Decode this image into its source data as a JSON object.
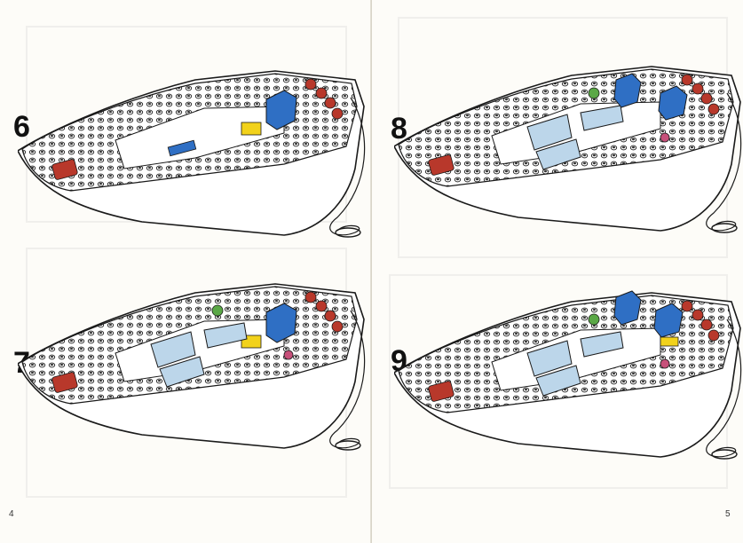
{
  "pages": {
    "left": {
      "number": "4",
      "steps": [
        {
          "label": "6"
        },
        {
          "label": "7"
        }
      ]
    },
    "right": {
      "number": "5",
      "steps": [
        {
          "label": "8"
        },
        {
          "label": "9"
        }
      ]
    }
  },
  "colors": {
    "outline": "#1a1a1a",
    "hull": "#ffffff",
    "red": "#b8382b",
    "blue": "#2f6fc4",
    "yellow": "#f2d21b",
    "trans_blue": "#bcd6ea",
    "green": "#5aa846",
    "pink": "#c7507a",
    "ghost": "#e6e5de"
  },
  "icons": [
    "boat-build-step-illustration",
    "cable-coil-icon",
    "radar-dish-icon",
    "seat-icon"
  ]
}
